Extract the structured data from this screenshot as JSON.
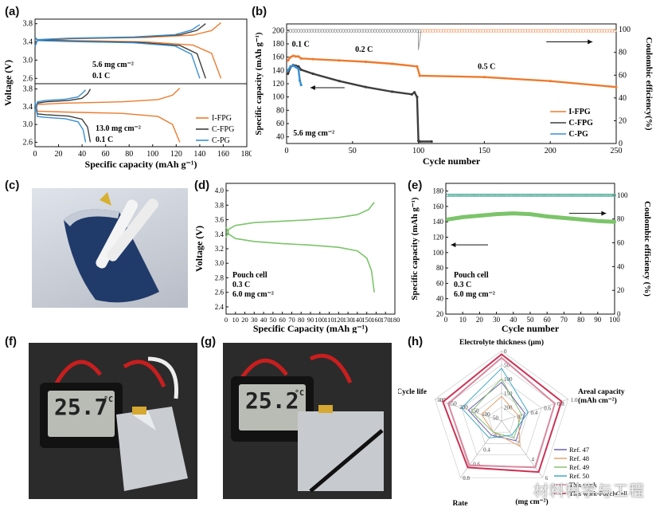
{
  "panel_labels": {
    "a": "(a)",
    "b": "(b)",
    "c": "(c)",
    "d": "(d)",
    "e": "(e)",
    "f": "(f)",
    "g": "(g)",
    "h": "(h)"
  },
  "colors": {
    "orange": "#ec7b2f",
    "dark": "#3d3d3d",
    "blue": "#3a8fd0",
    "green": "#7cc46a",
    "teal": "#5fb3a1",
    "crimson": "#cc3355",
    "purple": "#6d5fb0",
    "tan": "#e3a36d",
    "lime": "#88c070",
    "cyan": "#40a8c8",
    "rose": "#d98aa0"
  },
  "photos": {
    "f": {
      "lcd_text": "25.7",
      "unit": "°C"
    },
    "g": {
      "lcd_text": "25.2",
      "unit": "°C"
    }
  },
  "watermark": "材料科学与工程",
  "chart_data": [
    {
      "id": "a",
      "type": "line",
      "xlabel": "Specific capacity (mAh g⁻¹)",
      "ylabel": "Voltage (V)",
      "xlim": [
        0,
        180
      ],
      "xticks": [
        0,
        20,
        40,
        60,
        80,
        100,
        120,
        140,
        160,
        180
      ],
      "ylim_top": [
        2.5,
        3.9
      ],
      "yticks_top": [
        2.6,
        3.0,
        3.4,
        3.8
      ],
      "ylim_bottom": [
        2.5,
        3.9
      ],
      "yticks_bottom": [
        2.6,
        3.0,
        3.4,
        3.8
      ],
      "annotations_top": [
        "5.6 mg cm⁻²",
        "0.1 C"
      ],
      "annotations_bottom": [
        "13.0 mg cm⁻²",
        "0.1 C"
      ],
      "legend": [
        "I-FPG",
        "C-FPG",
        "C-PG"
      ],
      "top_capacity": [
        158,
        145,
        140
      ],
      "bottom_capacity": [
        123,
        47,
        43
      ]
    },
    {
      "id": "b",
      "type": "scatter",
      "xlabel": "Cycle number",
      "ylabel": "Specific capacity (mAh g⁻¹)",
      "y2label": "Coulombic efficiency(%)",
      "xlim": [
        0,
        250
      ],
      "xticks": [
        0,
        50,
        100,
        150,
        200,
        250
      ],
      "ylim": [
        30,
        210
      ],
      "yticks": [
        40,
        60,
        80,
        100,
        120,
        140,
        160,
        180,
        200
      ],
      "y2lim": [
        0,
        105
      ],
      "y2ticks": [
        0,
        20,
        40,
        60,
        80,
        100
      ],
      "annotations": [
        "0.1 C",
        "0.2 C",
        "0.5 C",
        "5.6 mg cm⁻²"
      ],
      "legend": [
        "I-FPG",
        "C-FPG",
        "C-PG"
      ],
      "series": [
        {
          "name": "I-FPG",
          "x": [
            1,
            3,
            5,
            7,
            9,
            11,
            20,
            40,
            60,
            80,
            99,
            101,
            150,
            200,
            250
          ],
          "y": [
            155,
            160,
            162,
            161,
            161,
            158,
            157,
            155,
            153,
            150,
            146,
            132,
            130,
            124,
            115
          ]
        },
        {
          "name": "C-FPG",
          "x": [
            1,
            3,
            5,
            7,
            9,
            11,
            20,
            40,
            60,
            80,
            95,
            97,
            99,
            100,
            101,
            110
          ],
          "y": [
            135,
            145,
            148,
            147,
            146,
            141,
            135,
            124,
            115,
            108,
            104,
            107,
            100,
            34,
            33,
            33
          ]
        },
        {
          "name": "C-PG",
          "x": [
            1,
            3,
            5,
            7,
            9,
            10,
            11
          ],
          "y": [
            140,
            146,
            147,
            145,
            142,
            125,
            118
          ]
        }
      ],
      "ce_level": 99
    },
    {
      "id": "d",
      "type": "line",
      "xlabel": "Specific Capacity (mAh g⁻¹)",
      "ylabel": "Voltage (V)",
      "xlim": [
        0,
        180
      ],
      "xticks": [
        0,
        10,
        20,
        30,
        40,
        50,
        60,
        70,
        80,
        90,
        100,
        110,
        120,
        130,
        140,
        150,
        160,
        170,
        180
      ],
      "ylim": [
        2.3,
        4.1
      ],
      "yticks": [
        2.4,
        2.6,
        2.8,
        3.0,
        3.2,
        3.4,
        3.6,
        3.8,
        4.0
      ],
      "annotations": [
        "Pouch cell",
        "0.3 C",
        "6.0 mg cm⁻²"
      ],
      "charge": [
        [
          0,
          3.35
        ],
        [
          3,
          3.47
        ],
        [
          10,
          3.52
        ],
        [
          30,
          3.56
        ],
        [
          60,
          3.58
        ],
        [
          90,
          3.6
        ],
        [
          120,
          3.63
        ],
        [
          140,
          3.67
        ],
        [
          152,
          3.74
        ],
        [
          158,
          3.84
        ]
      ],
      "discharge": [
        [
          0,
          3.5
        ],
        [
          3,
          3.4
        ],
        [
          10,
          3.34
        ],
        [
          30,
          3.3
        ],
        [
          60,
          3.27
        ],
        [
          90,
          3.25
        ],
        [
          120,
          3.22
        ],
        [
          140,
          3.17
        ],
        [
          150,
          3.07
        ],
        [
          155,
          2.9
        ],
        [
          158,
          2.6
        ]
      ]
    },
    {
      "id": "e",
      "type": "scatter",
      "xlabel": "Cycle number",
      "ylabel": "Specific capacity (mAh g⁻¹)",
      "y2label": "Coulombic efficiency (%)",
      "xlim": [
        0,
        100
      ],
      "xticks": [
        0,
        10,
        20,
        30,
        40,
        50,
        60,
        70,
        80,
        90,
        100
      ],
      "ylim": [
        20,
        190
      ],
      "yticks": [
        20,
        40,
        60,
        80,
        100,
        120,
        140,
        160,
        180
      ],
      "y2lim": [
        0,
        110
      ],
      "y2ticks": [
        0,
        20,
        40,
        60,
        80,
        100
      ],
      "annotations": [
        "Pouch   cell",
        "0.3 C",
        "6.0 mg cm⁻²"
      ],
      "capacity": [
        [
          1,
          143
        ],
        [
          10,
          146
        ],
        [
          20,
          148
        ],
        [
          30,
          150
        ],
        [
          40,
          151
        ],
        [
          50,
          150
        ],
        [
          60,
          147
        ],
        [
          70,
          145
        ],
        [
          80,
          143
        ],
        [
          90,
          141
        ],
        [
          100,
          140
        ]
      ],
      "ce_level": 100
    },
    {
      "id": "h",
      "type": "radar",
      "axes": [
        "Electrolyte thickness (μm)",
        "Areal capacity (mAh cm⁻²)",
        "(mg cm⁻²)",
        "Rate",
        "Cycle life"
      ],
      "axis_ticks": [
        [
          "200",
          "150",
          "100",
          "50",
          "0"
        ],
        [
          "0.2",
          "0.4",
          "0.6",
          "0.8",
          "1.0"
        ],
        [
          "2",
          "4",
          "6"
        ],
        [
          "0.2",
          "0.4",
          "0.6",
          "0.8"
        ],
        [
          "50",
          "100",
          "150",
          "200",
          "250",
          "300"
        ]
      ],
      "legend": [
        "Ref. 47",
        "Ref. 48",
        "Ref. 49",
        "Ref. 50",
        "This work",
        "This work-PouchCell"
      ],
      "series": [
        {
          "name": "Ref. 47",
          "values": [
            0.55,
            0.35,
            0.35,
            0.25,
            0.5
          ]
        },
        {
          "name": "Ref. 48",
          "values": [
            0.35,
            0.25,
            0.45,
            0.2,
            0.3
          ]
        },
        {
          "name": "Ref. 49",
          "values": [
            0.6,
            0.3,
            0.3,
            0.2,
            0.45
          ]
        },
        {
          "name": "Ref. 50",
          "values": [
            0.75,
            0.4,
            0.25,
            0.3,
            0.6
          ]
        },
        {
          "name": "This work",
          "values": [
            0.9,
            0.8,
            0.82,
            0.78,
            0.8
          ]
        },
        {
          "name": "This work-PouchCell",
          "values": [
            0.95,
            0.9,
            0.9,
            0.82,
            0.88
          ]
        }
      ]
    }
  ]
}
